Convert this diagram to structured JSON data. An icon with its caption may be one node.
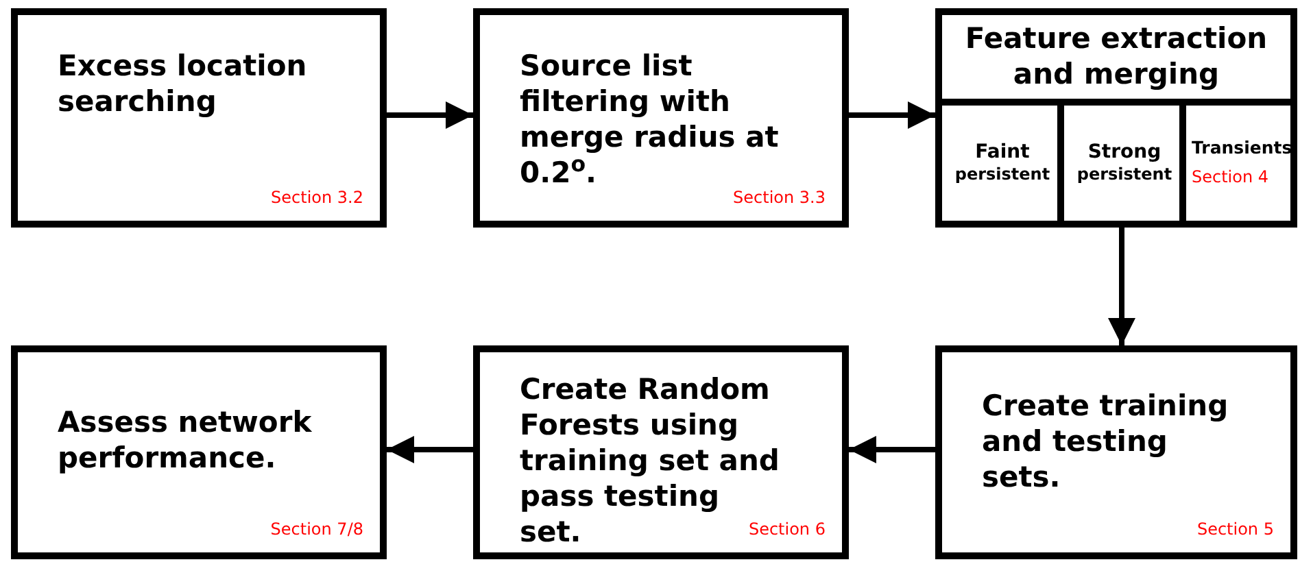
{
  "diagram": {
    "nodes": [
      {
        "text": [
          "Excess location searching",
          "Section 3.2"
        ]
      },
      {
        "text": [
          "Source list filtering with merge radius at 0.2$^{o}$.",
          "Section 3.3"
        ]
      },
      {
        "text": [
          "Feature extraction and merging"
        ]
      },
      {
        "text": [
          "Faint",
          "persistent"
        ],
        "in": 2
      },
      {
        "text": [
          "Strong",
          "persistent"
        ],
        "in": 2
      },
      {
        "text": [
          "Transients",
          "Section 4"
        ],
        "in": 2
      },
      {
        "text": [
          "Create training and testing sets.",
          "Section 5"
        ]
      },
      {
        "text": [
          "Create Random Forests using training set and pass testing set.",
          "Section 6"
        ]
      },
      {
        "text": [
          "Assess network performance.",
          "Section 7/8"
        ]
      }
    ],
    "edges": [
      {
        "from": 0,
        "to": 1,
        "arrow": "to"
      },
      {
        "from": 1,
        "to": 2,
        "arrow": "to"
      },
      {
        "from": 2,
        "to": 6,
        "arrow": "to"
      },
      {
        "from": 6,
        "to": 7,
        "arrow": "to"
      },
      {
        "from": 7,
        "to": 8,
        "arrow": "to"
      }
    ]
  }
}
